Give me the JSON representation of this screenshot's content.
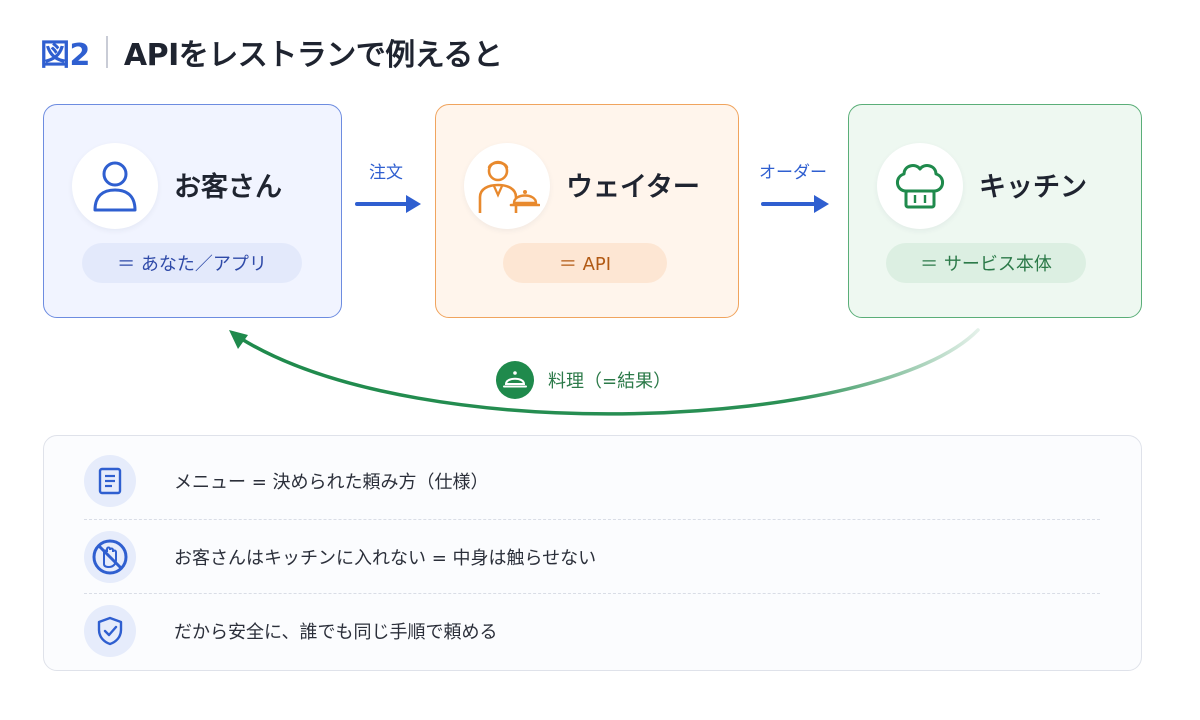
{
  "title": {
    "figure_no": "図2",
    "text": "APIをレストランで例えると"
  },
  "boxes": [
    {
      "title": "お客さん",
      "pill": "＝ あなた／アプリ",
      "icon": "person-icon"
    },
    {
      "title": "ウェイター",
      "pill": "＝ API",
      "icon": "waiter-icon"
    },
    {
      "title": "キッチン",
      "pill": "＝ サービス本体",
      "icon": "chef-hat-icon"
    }
  ],
  "arrows": {
    "order_label": "注文",
    "kitchen_order_label": "オーダー",
    "result_label": "料理（=結果）",
    "result_icon": "cloche-icon"
  },
  "notes": [
    {
      "icon": "document-icon",
      "text": "メニュー = 決められた頼み方（仕様）"
    },
    {
      "icon": "no-touch-icon",
      "text": "お客さんはキッチンに入れない = 中身は触らせない"
    },
    {
      "icon": "shield-check-icon",
      "text": "だから安全に、誰でも同じ手順で頼める"
    }
  ],
  "colors": {
    "blue": "#2f5fd0",
    "orange": "#f0a45e",
    "green": "#1f8a4c"
  }
}
